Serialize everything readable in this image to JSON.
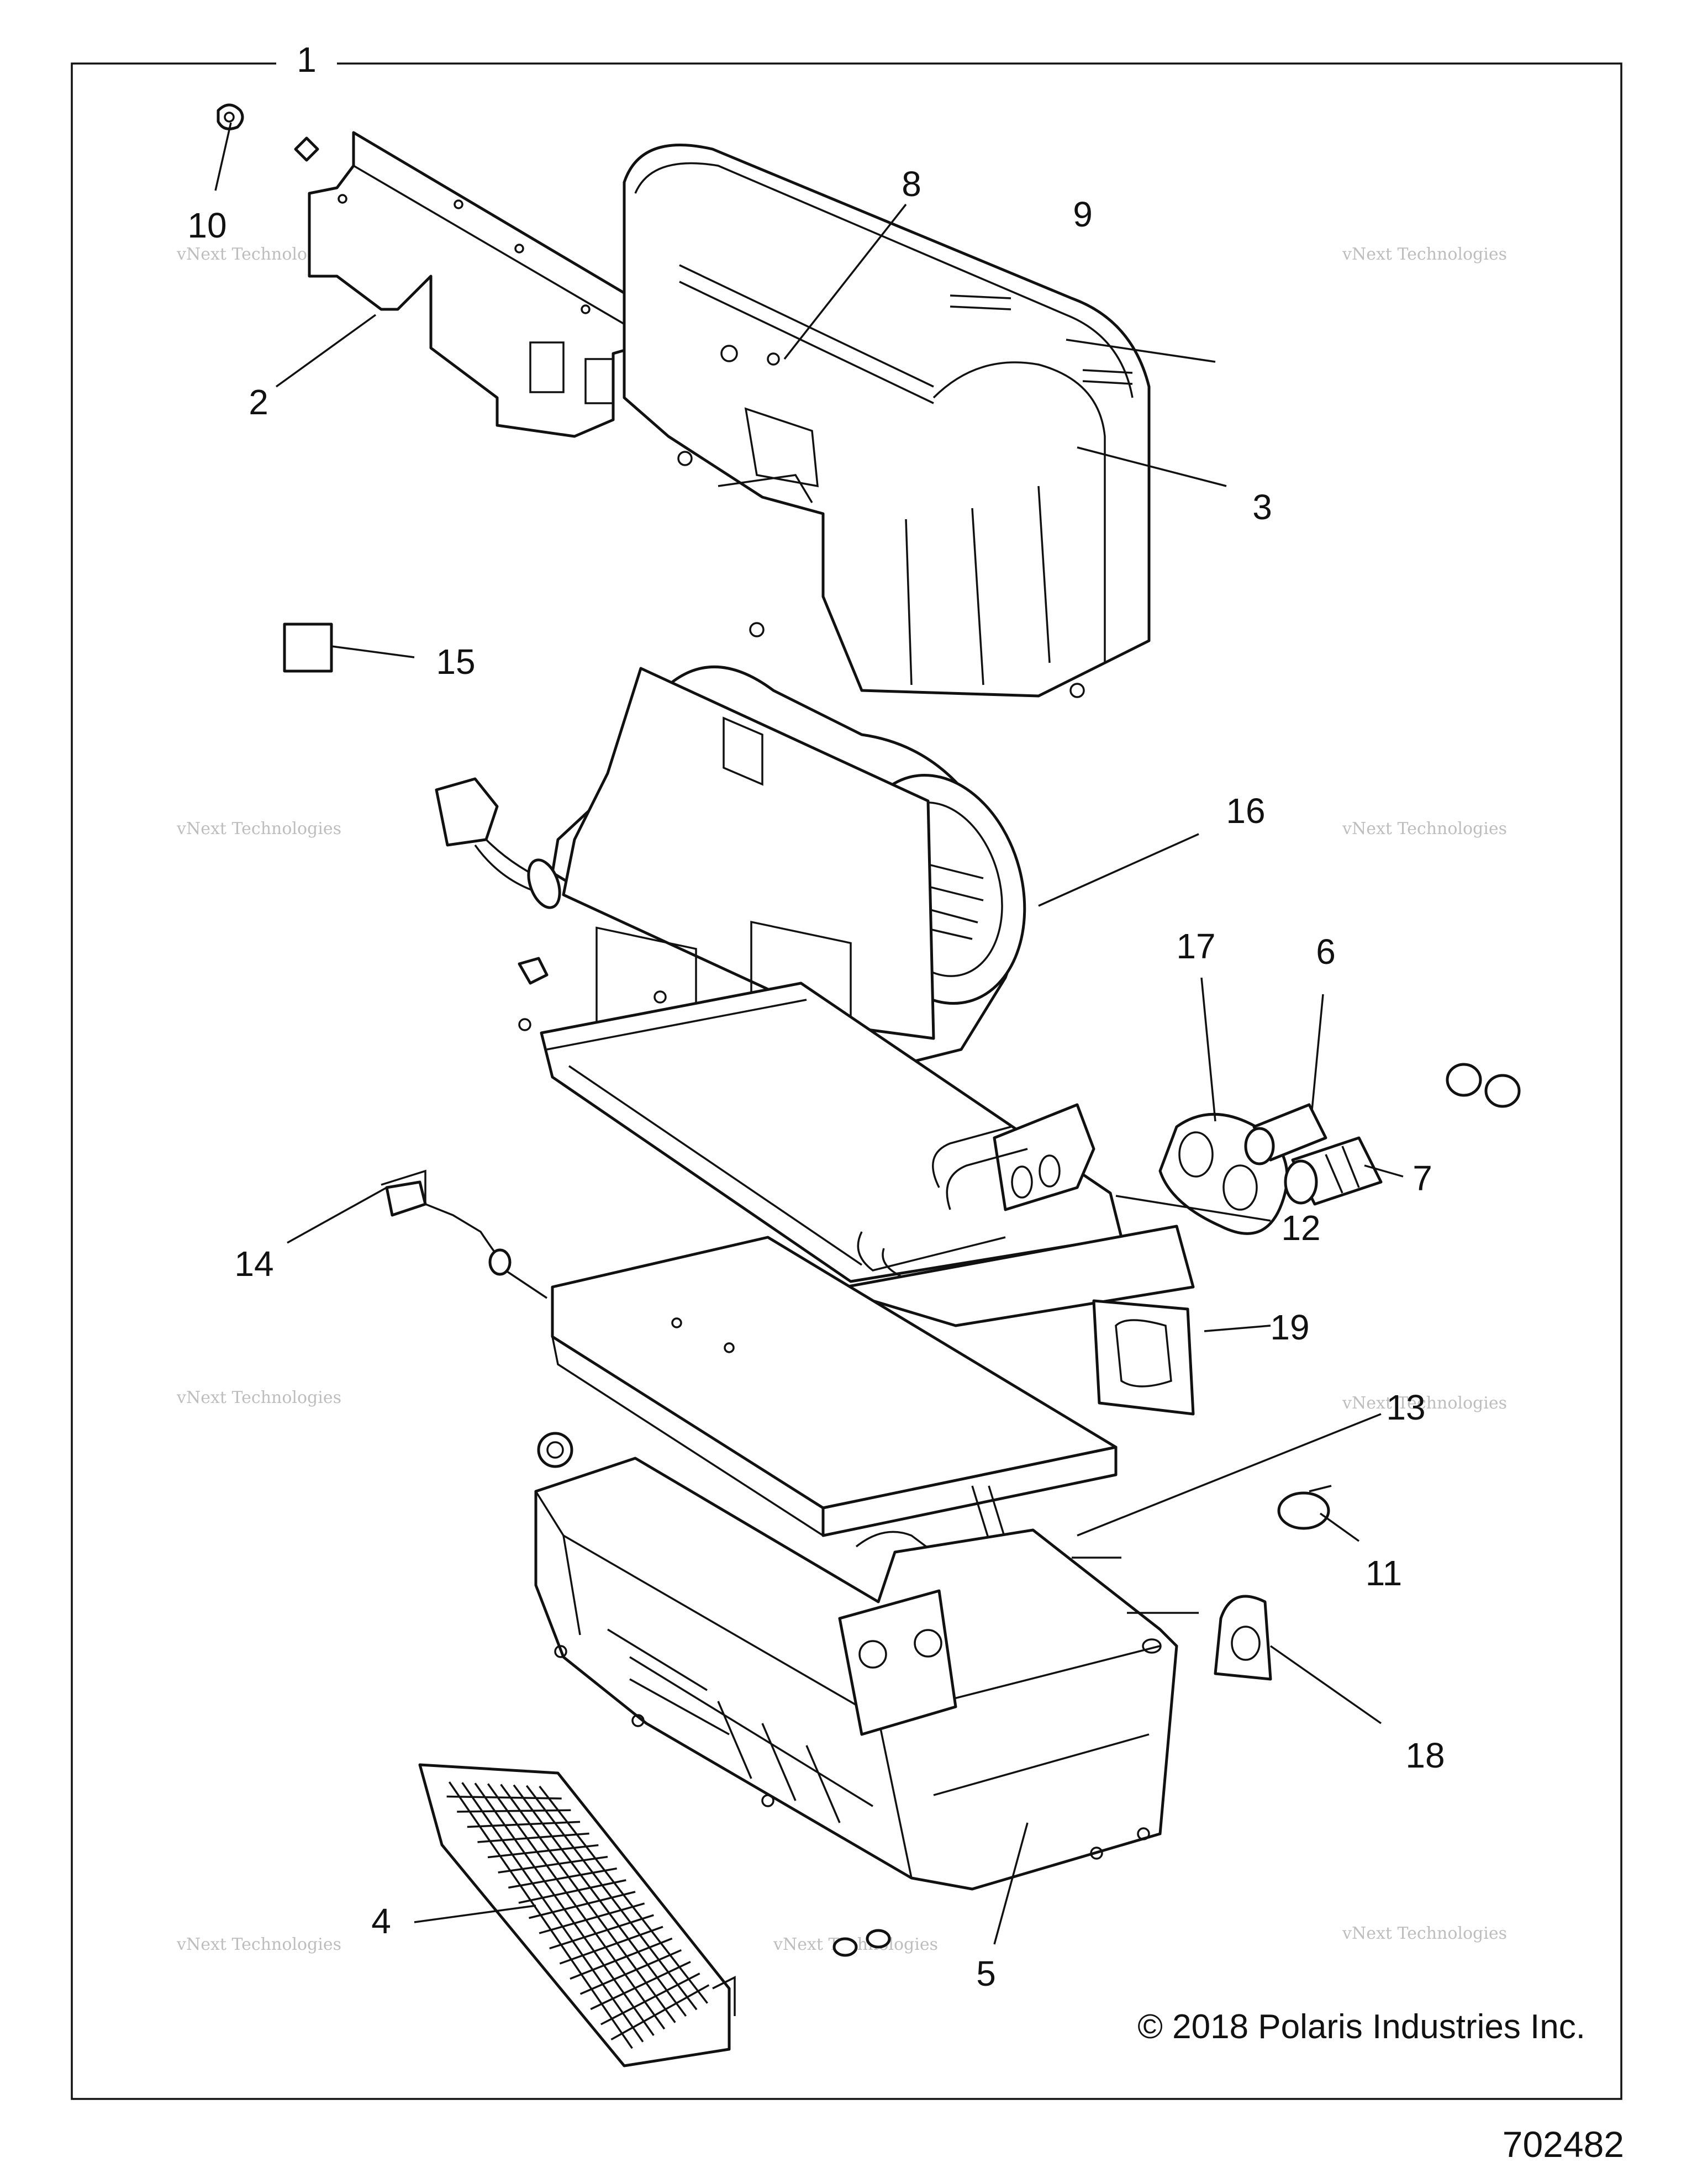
{
  "diagram": {
    "assembly_callout": "1",
    "callouts": [
      {
        "id": "2",
        "text": "2"
      },
      {
        "id": "3",
        "text": "3"
      },
      {
        "id": "4",
        "text": "4"
      },
      {
        "id": "5",
        "text": "5"
      },
      {
        "id": "6",
        "text": "6"
      },
      {
        "id": "7",
        "text": "7"
      },
      {
        "id": "8",
        "text": "8"
      },
      {
        "id": "9",
        "text": "9"
      },
      {
        "id": "10",
        "text": "10"
      },
      {
        "id": "11",
        "text": "11"
      },
      {
        "id": "12",
        "text": "12"
      },
      {
        "id": "13",
        "text": "13"
      },
      {
        "id": "14",
        "text": "14"
      },
      {
        "id": "15",
        "text": "15"
      },
      {
        "id": "16",
        "text": "16"
      },
      {
        "id": "17",
        "text": "17"
      },
      {
        "id": "18",
        "text": "18"
      },
      {
        "id": "19",
        "text": "19"
      }
    ],
    "watermark_line1": "vNext Technologies",
    "watermark_line2": "vNext\nTechnologies",
    "copyright": "© 2018 Polaris Industries Inc.",
    "figure_number": "702482"
  }
}
